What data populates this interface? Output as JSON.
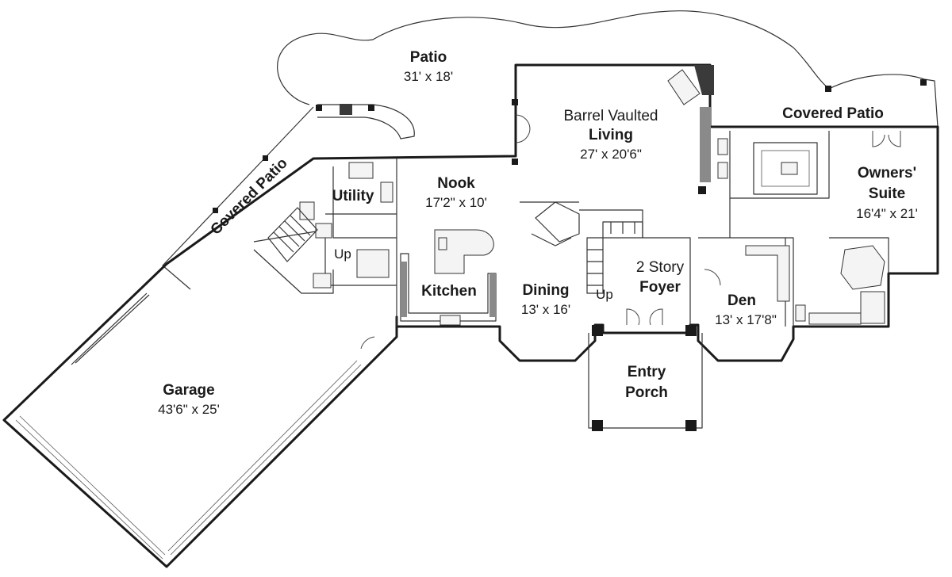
{
  "plan": {
    "rooms": {
      "patio": {
        "name": "Patio",
        "dim": "31' x 18'"
      },
      "living": {
        "prefix": "Barrel Vaulted",
        "name": "Living",
        "dim": "27' x 20'6\""
      },
      "covered_patio_right": {
        "name": "Covered Patio"
      },
      "covered_patio_left": {
        "name": "Covered Patio"
      },
      "utility": {
        "name": "Utility"
      },
      "nook": {
        "name": "Nook",
        "dim": "17'2\" x 10'"
      },
      "owners_suite": {
        "name_line1": "Owners'",
        "name_line2": "Suite",
        "dim": "16'4\" x 21'"
      },
      "kitchen": {
        "name": "Kitchen"
      },
      "dining": {
        "name": "Dining",
        "dim": "13' x 16'"
      },
      "foyer": {
        "prefix": "2 Story",
        "name": "Foyer"
      },
      "den": {
        "name": "Den",
        "dim": "13' x 17'8\""
      },
      "entry_porch": {
        "name_line1": "Entry",
        "name_line2": "Porch"
      },
      "garage": {
        "name": "Garage",
        "dim": "43'6\" x 25'"
      }
    },
    "stair_labels": {
      "left": "Up",
      "center": "Up"
    }
  }
}
